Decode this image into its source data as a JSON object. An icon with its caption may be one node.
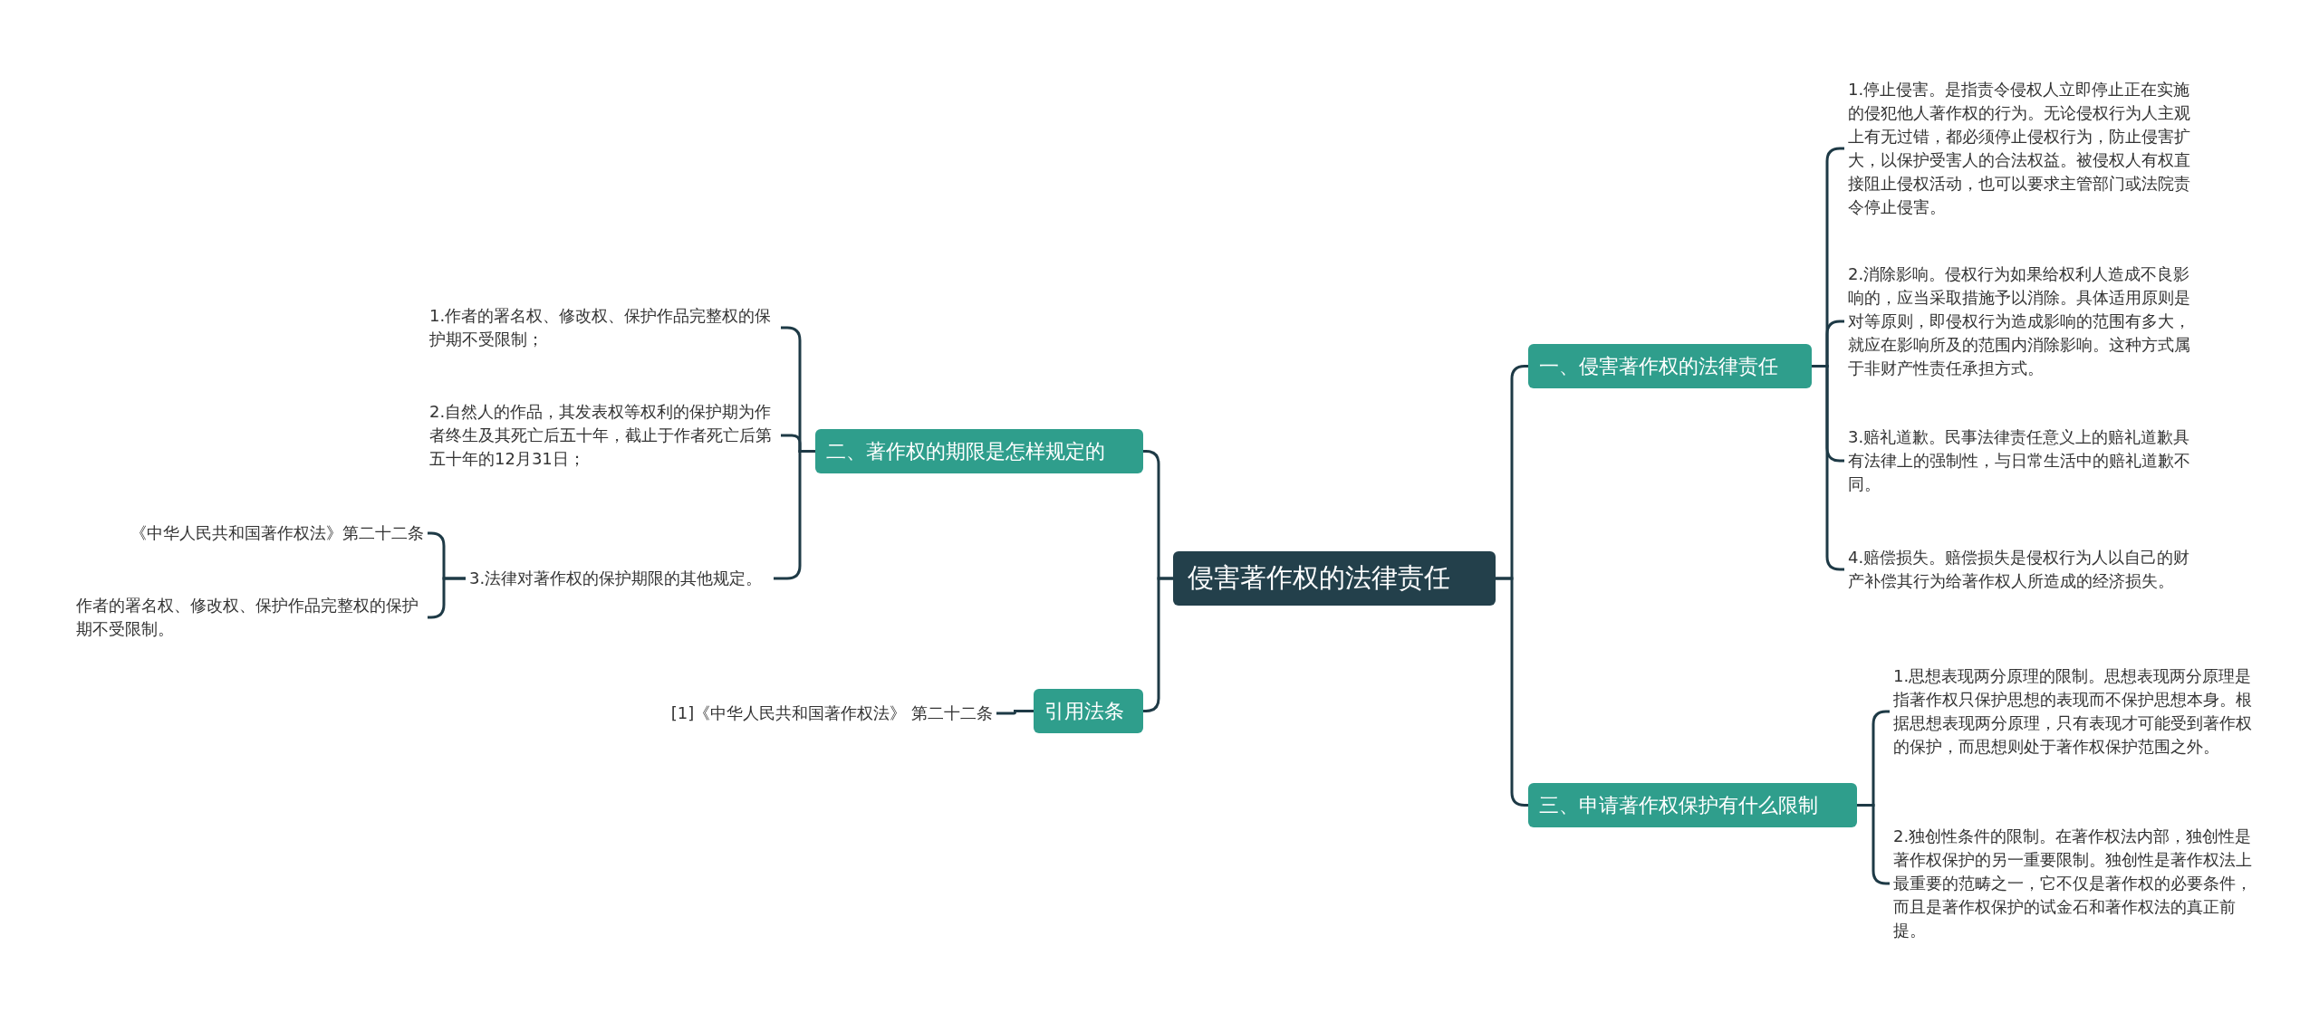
{
  "diagram": {
    "nodes": [
      {
        "text": [
          "侵害著作权的法律责任"
        ]
      },
      {
        "text": [
          "二、著作权的期限是怎样规定的"
        ]
      },
      {
        "text": [
          "1.作者的署名权、修改权、保护作品完整权的保护期不受限制；"
        ]
      },
      {
        "text": [
          "2.自然人的作品，其发表权等权利的保护期为作者终生及其死亡后五十年，截止于作者死亡后第五十年的12月31日；"
        ]
      },
      {
        "text": [
          "3.法律对著作权的保护期限的其他规定。"
        ]
      },
      {
        "text": [
          "《中华人民共和国著作权法》第二十二条"
        ]
      },
      {
        "text": [
          "作者的署名权、修改权、保护作品完整权的保护期不受限制。"
        ]
      },
      {
        "text": [
          "引用法条"
        ]
      },
      {
        "text": [
          "[1]《中华人民共和国著作权法》 第二十二条"
        ]
      },
      {
        "text": [
          "一、侵害著作权的法律责任"
        ]
      },
      {
        "text": [
          "1.停止侵害。是指责令侵权人立即停止正在实施的侵犯他人著作权的行为。无论侵权行为人主观上有无过错，都必须停止侵权行为，防止侵害扩大，以保护受害人的合法权益。被侵权人有权直接阻止侵权活动，也可以要求主管部门或法院责令停止侵害。"
        ]
      },
      {
        "text": [
          "2.消除影响。侵权行为如果给权利人造成不良影响的，应当采取措施予以消除。具体适用原则是对等原则，即侵权行为造成影响的范围有多大，就应在影响所及的范围内消除影响。这种方式属于非财产性责任承担方式。"
        ]
      },
      {
        "text": [
          "3.赔礼道歉。民事法律责任意义上的赔礼道歉具有法律上的强制性，与日常生活中的赔礼道歉不同。"
        ]
      },
      {
        "text": [
          "4.赔偿损失。赔偿损失是侵权行为人以自己的财产补偿其行为给著作权人所造成的经济损失。"
        ]
      },
      {
        "text": [
          "三、申请著作权保护有什么限制"
        ]
      },
      {
        "text": [
          "1.思想表现两分原理的限制。思想表现两分原理是指著作权只保护思想的表现而不保护思想本身。根据思想表现两分原理，只有表现才可能受到著作权的保护，而思想则处于著作权保护范围之外。"
        ]
      },
      {
        "text": [
          "2.独创性条件的限制。在著作权法内部，独创性是著作权保护的另一重要限制。独创性是著作权法上最重要的范畴之一，它不仅是著作权的必要条件，而且是著作权保护的试金石和著作权法的真正前提。"
        ]
      }
    ],
    "edges": [
      {
        "from": 0,
        "to": 1,
        "arrow": "none"
      },
      {
        "from": 1,
        "to": 2,
        "arrow": "none"
      },
      {
        "from": 1,
        "to": 3,
        "arrow": "none"
      },
      {
        "from": 1,
        "to": 4,
        "arrow": "none"
      },
      {
        "from": 4,
        "to": 5,
        "arrow": "none"
      },
      {
        "from": 4,
        "to": 6,
        "arrow": "none"
      },
      {
        "from": 0,
        "to": 7,
        "arrow": "none"
      },
      {
        "from": 7,
        "to": 8,
        "arrow": "none"
      },
      {
        "from": 0,
        "to": 9,
        "arrow": "none"
      },
      {
        "from": 9,
        "to": 10,
        "arrow": "none"
      },
      {
        "from": 9,
        "to": 11,
        "arrow": "none"
      },
      {
        "from": 9,
        "to": 12,
        "arrow": "none"
      },
      {
        "from": 9,
        "to": 13,
        "arrow": "none"
      },
      {
        "from": 0,
        "to": 14,
        "arrow": "none"
      },
      {
        "from": 14,
        "to": 15,
        "arrow": "none"
      },
      {
        "from": 14,
        "to": 16,
        "arrow": "none"
      }
    ]
  }
}
